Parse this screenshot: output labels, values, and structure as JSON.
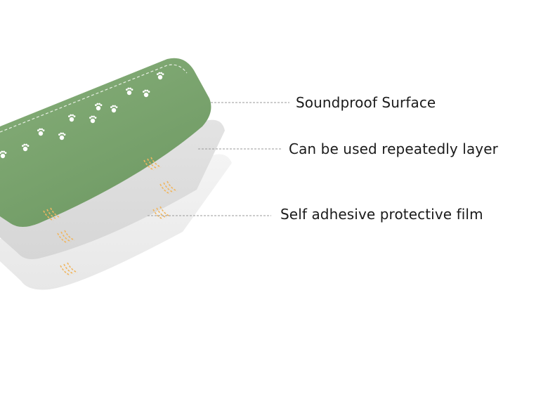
{
  "callouts": [
    {
      "text": "Soundproof Surface"
    },
    {
      "text": "Can be used repeatedly layer"
    },
    {
      "text": "Self adhesive protective film"
    }
  ],
  "colors": {
    "surface_green": "#7fa873",
    "middle_layer_gray": "#dedede",
    "film_layer": "#eeeeee",
    "sound_wave": "#f0b660",
    "leader_line": "#9a9a9a"
  },
  "icons": [
    "paw-print-icon",
    "sound-wave-icon"
  ]
}
